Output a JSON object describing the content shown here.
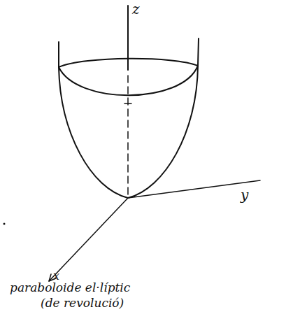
{
  "diagram": {
    "labels": [
      "z",
      "y",
      "x",
      "paraboloide el·líptic",
      "(de revolució)"
    ]
  }
}
